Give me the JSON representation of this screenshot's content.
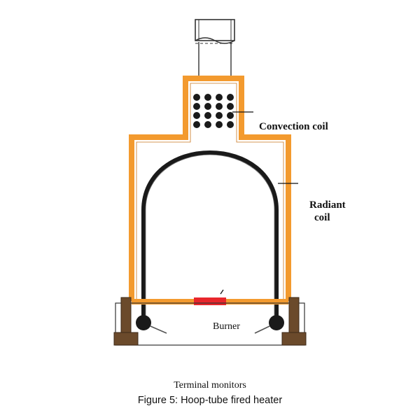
{
  "labels": {
    "convection_coil": "Convection coil",
    "radiant_coil_line1": "Radiant",
    "radiant_coil_line2": "coil",
    "burner": "Burner",
    "terminal_monitors": "Terminal monitors"
  },
  "caption": "Figure 5: Hoop-tube fired heater",
  "colors": {
    "refractory": "#f39a2e",
    "coil": "#1a1a1a",
    "burner_flame": "#e8262c",
    "support": "#6b4a2b",
    "outline": "#333333"
  }
}
